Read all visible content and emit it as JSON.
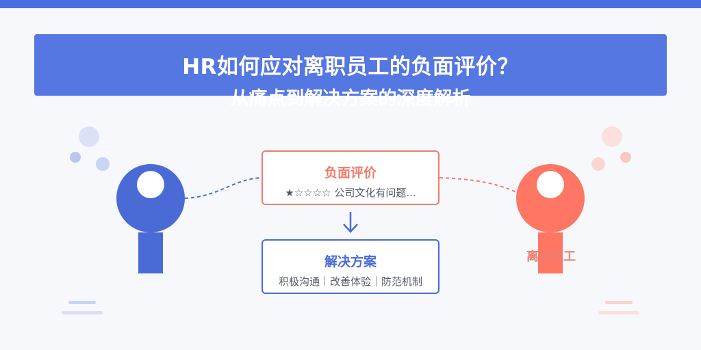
{
  "header": {
    "title": "HR如何应对离职员工的负面评价？",
    "subtitle": "从痛点到解决方案的深度解析"
  },
  "negative_card": {
    "title": "负面评价",
    "text": "★☆☆☆☆ 公司文化有问题..."
  },
  "solution_card": {
    "title": "解决方案",
    "text": "积极沟通｜改善体验｜防范机制"
  },
  "employee": {
    "label": "离职员工"
  },
  "colors": {
    "blue": "#4a6ad6",
    "coral": "#f07c6a",
    "banner": "#5577e2"
  }
}
